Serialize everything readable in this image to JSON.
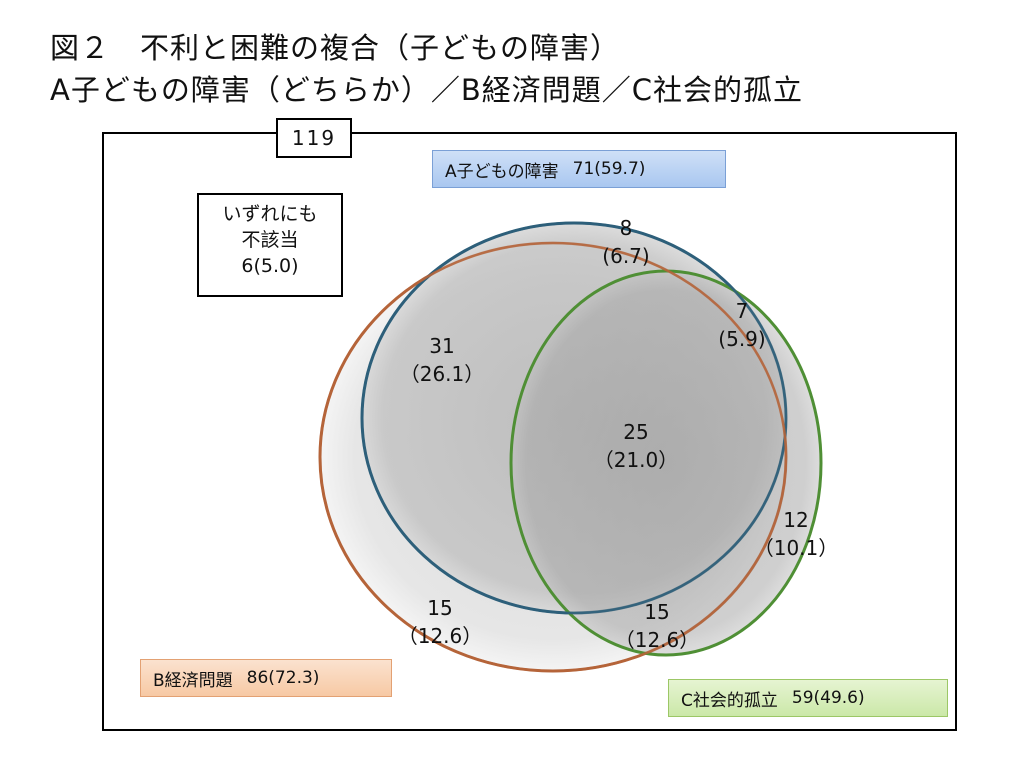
{
  "title": {
    "line1": "図２　不利と困難の複合（子どもの障害）",
    "line2": "A子どもの障害（どちらか）／B経済問題／C社会的孤立"
  },
  "total": "119",
  "none_box": {
    "line1": "いずれにも",
    "line2": "不該当",
    "line3": "6(5.0)"
  },
  "sets": {
    "a": {
      "name": "A子どもの障害",
      "value": "71(59.7)"
    },
    "b": {
      "name": "B経済問題",
      "value": "86(72.3)"
    },
    "c": {
      "name": "C社会的孤立",
      "value": "59(49.6)"
    }
  },
  "regions": {
    "a_only": {
      "count": "8",
      "pct": "(6.7)"
    },
    "a_c": {
      "count": "7",
      "pct": "(5.9)"
    },
    "a_b": {
      "count": "31",
      "pct": "（26.1）"
    },
    "a_b_c": {
      "count": "25",
      "pct": "（21.0）"
    },
    "c_only": {
      "count": "12",
      "pct": "（10.1）"
    },
    "b_only": {
      "count": "15",
      "pct": "（12.6）"
    },
    "b_c": {
      "count": "15",
      "pct": "（12.6）"
    }
  },
  "colors": {
    "circle_a_stroke": "#2e5f7a",
    "circle_b_stroke": "#b5643a",
    "circle_c_stroke": "#4f8f35"
  }
}
